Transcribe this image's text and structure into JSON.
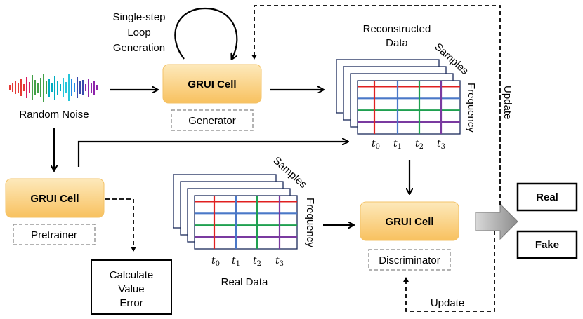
{
  "noise": {
    "label": "Random Noise"
  },
  "loop": {
    "line1": "Single-step",
    "line2": "Loop",
    "line3": "Generation"
  },
  "generator": {
    "cell_label": "GRUI Cell",
    "role": "Generator"
  },
  "pretrainer": {
    "cell_label": "GRUI Cell",
    "role": "Pretrainer"
  },
  "discriminator": {
    "cell_label": "GRUI Cell",
    "role": "Discriminator"
  },
  "reconstructed": {
    "title_line1": "Reconstructed",
    "title_line2": "Data",
    "samples": "Samples",
    "frequency": "Frequency",
    "ticks": [
      "t",
      "t",
      "t",
      "t"
    ],
    "tick_subs": [
      "0",
      "1",
      "2",
      "3"
    ]
  },
  "real": {
    "title": "Real Data",
    "samples": "Samples",
    "frequency": "Frequency",
    "ticks": [
      "t",
      "t",
      "t",
      "t"
    ],
    "tick_subs": [
      "0",
      "1",
      "2",
      "3"
    ]
  },
  "calc": {
    "line1": "Calculate",
    "line2": "Value",
    "line3": "Error"
  },
  "outputs": {
    "real": "Real",
    "fake": "Fake"
  },
  "update": {
    "side": "Update",
    "bottom": "Update"
  },
  "colors": {
    "cell_fill_top": "#fde7b3",
    "cell_fill_bottom": "#f9c56a",
    "grid_red": "#e02020",
    "grid_blue": "#4a78c8",
    "grid_green": "#1fa050",
    "grid_purple": "#7a3aa0"
  }
}
